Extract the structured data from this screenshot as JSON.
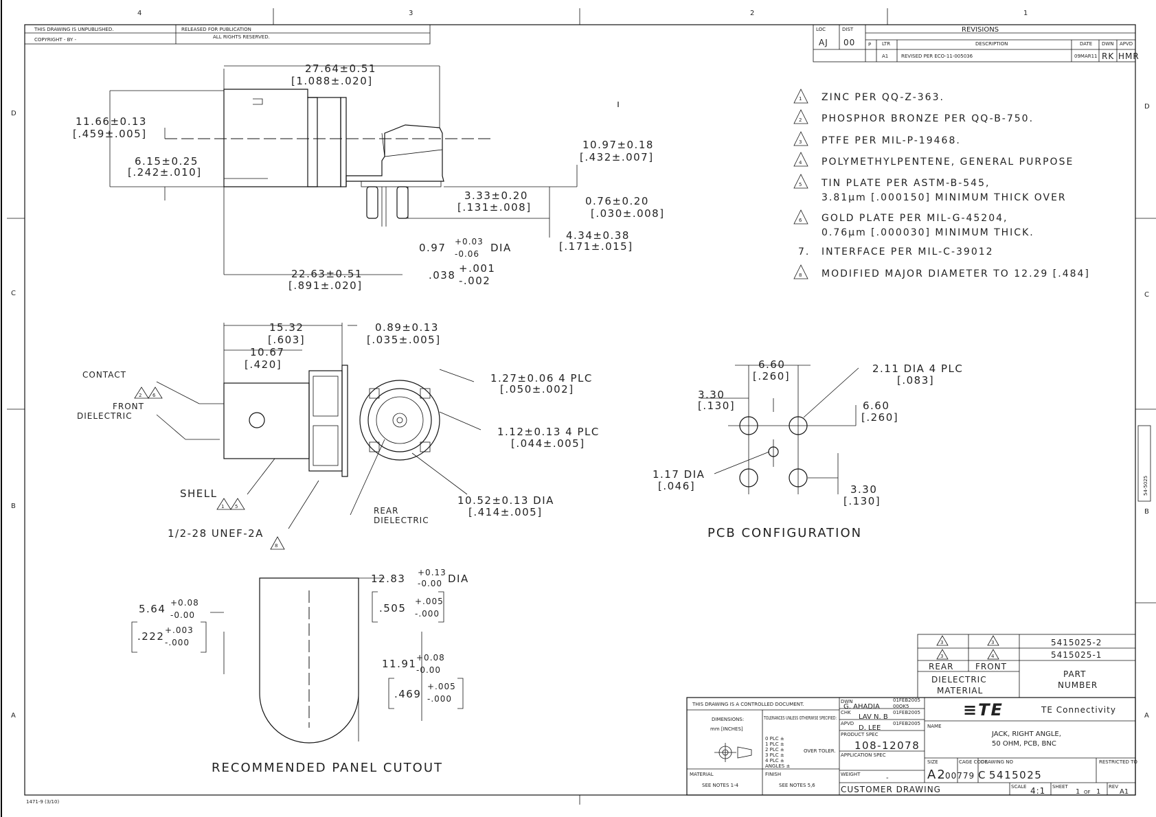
{
  "border": {
    "top_zones": [
      "4",
      "3",
      "2",
      "1"
    ],
    "side_zones_left": [
      "D",
      "C",
      "B",
      "A"
    ],
    "side_zones_right": [
      "D",
      "C",
      "B",
      "A"
    ],
    "side_tab": "54-5025",
    "form_no": "1471-9  (3/10)"
  },
  "header_left": {
    "drawing_status": "THIS DRAWING IS UNPUBLISHED.",
    "released": "RELEASED FOR PUBLICATION",
    "copyright": "COPYRIGHT  -  BY -",
    "rights": "ALL RIGHTS RESERVED."
  },
  "revisions": {
    "loc_label": "LOC",
    "loc_value": "AJ",
    "dist_label": "DIST",
    "dist_value": "00",
    "title": "REVISIONS",
    "col_p": "P",
    "col_ltr": "LTR",
    "col_desc": "DESCRIPTION",
    "col_date": "DATE",
    "col_dwn": "DWN",
    "col_apvd": "APVD",
    "row_ltr": "A1",
    "row_desc": "REVISED PER ECO-11-005036",
    "row_date": "09MAR11",
    "row_dwn": "RK",
    "row_apvd": "HMR"
  },
  "notes": [
    {
      "mark": "1",
      "text": "ZINC PER QQ-Z-363."
    },
    {
      "mark": "2",
      "text": "PHOSPHOR BRONZE PER QQ-B-750."
    },
    {
      "mark": "3",
      "text": "PTFE PER MIL-P-19468."
    },
    {
      "mark": "4",
      "text": "POLYMETHYLPENTENE, GENERAL PURPOSE"
    },
    {
      "mark": "5",
      "text": "TIN PLATE PER ASTM-B-545,",
      "text2": "3.81µm [.000150] MINIMUM THICK OVER"
    },
    {
      "mark": "6",
      "text": "GOLD PLATE PER MIL-G-45204,",
      "text2": "0.76µm [.000030] MINIMUM THICK."
    },
    {
      "mark": "7.",
      "text": "INTERFACE PER MIL-C-39012"
    },
    {
      "mark": "8",
      "text": "MODIFIED MAJOR DIAMETER TO 12.29 [.484]"
    }
  ],
  "side_view": {
    "overall": "27.64±0.51",
    "overall_in": "[1.088±.020]",
    "height": "11.66±0.13",
    "height_in": "[.459±.005]",
    "axis": "6.15±0.25",
    "axis_in": "[.242±.010]",
    "leg": "10.97±0.18",
    "leg_in": "[.432±.007]",
    "pin_sp": "3.33±0.20",
    "pin_sp_in": "[.131±.008]",
    "standoff": "0.76±0.20",
    "standoff_in": "[.030±.008]",
    "tail": "4.34±0.38",
    "tail_in": "[.171±.015]",
    "pin_dia": "0.97",
    "pin_tol_up": "+0.03",
    "pin_tol_dn": "-0.06",
    "pin_dia_lbl": "DIA",
    "pin_dia_in": ".038",
    "pin_dia_in_up": "+.001",
    "pin_dia_in_dn": "-.002",
    "body": "22.63±0.51",
    "body_in": "[.891±.020]"
  },
  "front_view": {
    "w1": "15.32",
    "w1_in": "[.603]",
    "w2": "10.67",
    "w2_in": "[.420]",
    "flange": "0.89±0.13",
    "flange_in": "[.035±.005]",
    "hole": "1.27±0.06 4 PLC",
    "hole_in": "[.050±.002]",
    "hole2": "1.12±0.13 4 PLC",
    "hole2_in": "[.044±.005]",
    "bore": "10.52±0.13 DIA",
    "bore_in": "[.414±.005]",
    "contact": "CONTACT",
    "front_diel_1": "FRONT",
    "front_diel_2": "DIELECTRIC",
    "shell": "SHELL",
    "thread": "1/2-28 UNEF-2A",
    "rear_1": "REAR",
    "rear_2": "DIELECTRIC",
    "tri_contact": "2",
    "tri_contact2": "6",
    "tri_shell": "1",
    "tri_shell2": "5",
    "tri_thread": "8"
  },
  "pcb": {
    "title": "PCB CONFIGURATION",
    "sp": "6.60",
    "sp_in": "[.260]",
    "half": "3.30",
    "half_in": "[.130]",
    "hole": "2.11 DIA 4 PLC",
    "hole_in": "[.083]",
    "sp2": "6.60",
    "sp2_in": "[.260]",
    "cdia": "1.17 DIA",
    "cdia_in": "[.046]",
    "half2": "3.30",
    "half2_in": "[.130]"
  },
  "cutout": {
    "title": "RECOMMENDED PANEL CUTOUT",
    "w": "12.83",
    "w_up": "+0.13",
    "w_dn": "-0.00",
    "w_lbl": "DIA",
    "w_in": ".505",
    "w_in_up": "+.005",
    "w_in_dn": "-.000",
    "flat": "11.91",
    "flat_up": "+0.08",
    "flat_dn": "-0.00",
    "flat_in": ".469",
    "flat_in_up": "+.005",
    "flat_in_dn": "-.000",
    "half": "5.64",
    "half_up": "+0.08",
    "half_dn": "-0.00",
    "half_in": ".222",
    "half_in_up": "+.003",
    "half_in_dn": "-.000"
  },
  "material_table": {
    "r1": [
      "3",
      "3",
      "5415025-2"
    ],
    "r2": [
      "3",
      "4",
      "5415025-1"
    ],
    "rear": "REAR",
    "front": "FRONT",
    "dm1": "DIELECTRIC",
    "dm2": "MATERIAL",
    "pn1": "PART",
    "pn2": "NUMBER"
  },
  "title_block": {
    "controlled": "THIS DRAWING IS A CONTROLLED DOCUMENT.",
    "dims": "DIMENSIONS:",
    "dims_unit": "mm [INCHES]",
    "tol_hdr": "TOLERANCES UNLESS OTHERWISE SPECIFIED:",
    "tol_rows": [
      "0 PLC  ±",
      "1 PLC  ±",
      "2 PLC  ±",
      "3 PLC  ±",
      "4 PLC  ±",
      "ANGLES  ±"
    ],
    "tol_note": "OVER TOLER.",
    "material": "MATERIAL",
    "material_val": "SEE NOTES 1-4",
    "finish": "FINISH",
    "finish_val": "SEE NOTES 5,6",
    "dwn_lbl": "DWN",
    "dwn_name": "G. AHADIA",
    "dwn_date": "01FEB2005",
    "dwn_date2": "00OK5",
    "chk_lbl": "CHK",
    "chk_name": "LAV N. B",
    "chk_date": "01FEB2005",
    "appvd_lbl": "APVD",
    "appvd_name": "D. LEE",
    "appvd_date": "01FEB2005",
    "prod_spec": "PRODUCT SPEC",
    "prod_spec_val": "108-12078",
    "app_spec": "APPLICATION SPEC",
    "weight": "WEIGHT",
    "weight_val": "-",
    "customer": "CUSTOMER DRAWING",
    "te_logo": "≡TE",
    "company": "TE Connectivity",
    "name_lbl": "NAME",
    "name1": "JACK, RIGHT ANGLE,",
    "name2": "50 OHM, PCB, BNC",
    "size_lbl": "SIZE",
    "size": "A2",
    "cage_lbl": "CAGE CODE",
    "cage": "00779",
    "dwg_lbl": "DRAWING NO",
    "dwg_prefix": "C",
    "dwg": "5415025",
    "restricted": "RESTRICTED TO",
    "scale_lbl": "SCALE",
    "scale": "4:1",
    "sheet_lbl": "SHEET",
    "sheet": "1",
    "of": "OF",
    "sheet_total": "1",
    "rev_lbl": "REV",
    "rev": "A1"
  }
}
